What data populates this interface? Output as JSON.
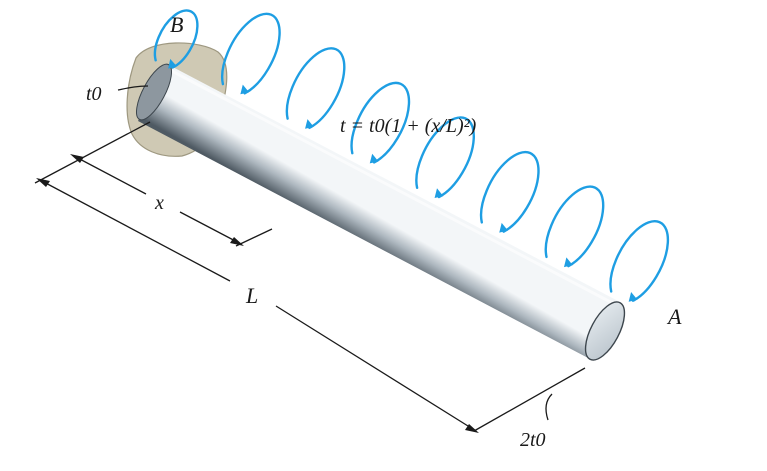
{
  "labels": {
    "fixed_end": "B",
    "free_end": "A",
    "torque_start": "t0",
    "torque_end": "2t0",
    "position": "x",
    "length": "L",
    "equation": "t = t0(1 + (x/L)²)"
  },
  "colors": {
    "torque_arrow": "#1e9ee3",
    "shaft_light": "#dfe6ec",
    "shaft_dark": "#4f5a63",
    "wall": "#cfc9b4",
    "ink": "#1a1a1a"
  },
  "torque_arrow_count": 8
}
